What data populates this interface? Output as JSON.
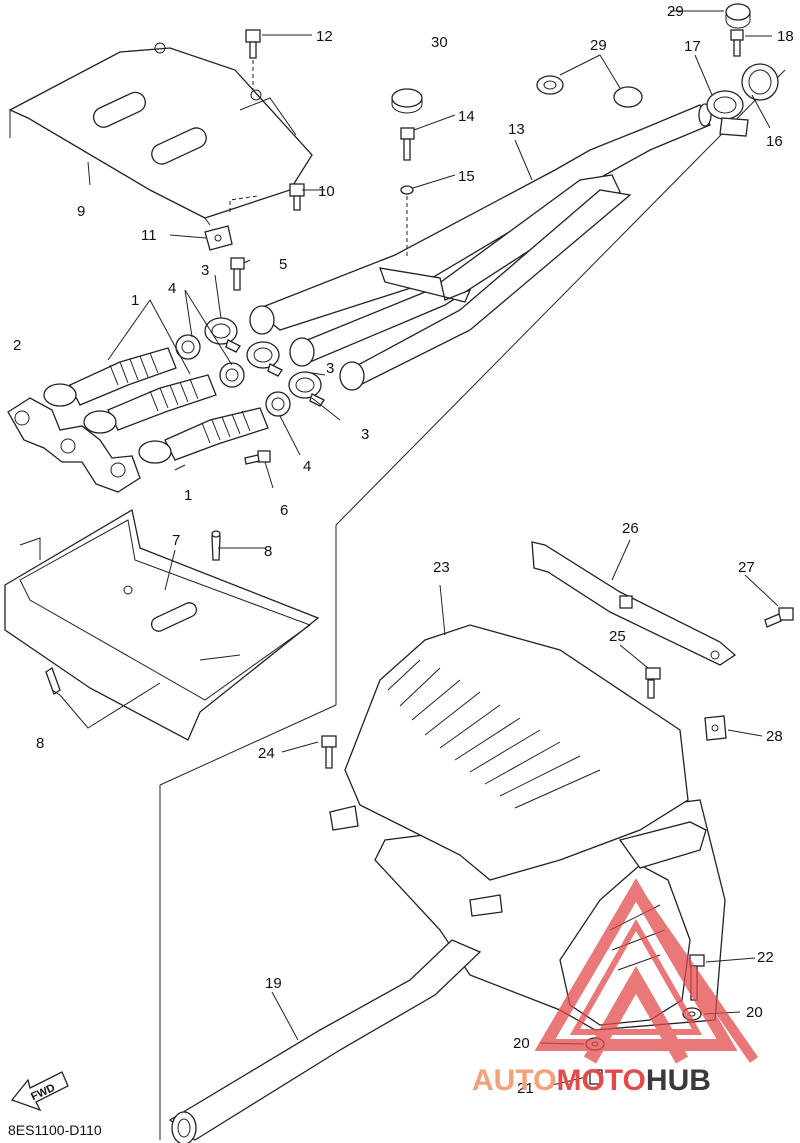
{
  "diagram": {
    "drawing_code": "8ES1100-D110",
    "fwd_label": "FWD",
    "watermark": {
      "part1": "AUTO",
      "part2": "MOTO",
      "part3": "HUB",
      "color1": "#f4a07a",
      "color2": "#e34b4b",
      "color3": "#3a3a3a"
    },
    "callouts": {
      "c1a": "1",
      "c1b": "1",
      "c2": "2",
      "c3a": "3",
      "c3b": "3",
      "c3c": "3",
      "c4a": "4",
      "c4b": "4",
      "c5": "5",
      "c6": "6",
      "c7": "7",
      "c8a": "8",
      "c8b": "8",
      "c9": "9",
      "c10": "10",
      "c11": "11",
      "c12": "12",
      "c13": "13",
      "c14": "14",
      "c15": "15",
      "c16": "16",
      "c17": "17",
      "c18": "18",
      "c19": "19",
      "c20a": "20",
      "c20b": "20",
      "c21": "21",
      "c22": "22",
      "c23": "23",
      "c24": "24",
      "c25": "25",
      "c26": "26",
      "c27": "27",
      "c28": "28",
      "c29a": "29",
      "c29b": "29",
      "c30": "30"
    }
  }
}
